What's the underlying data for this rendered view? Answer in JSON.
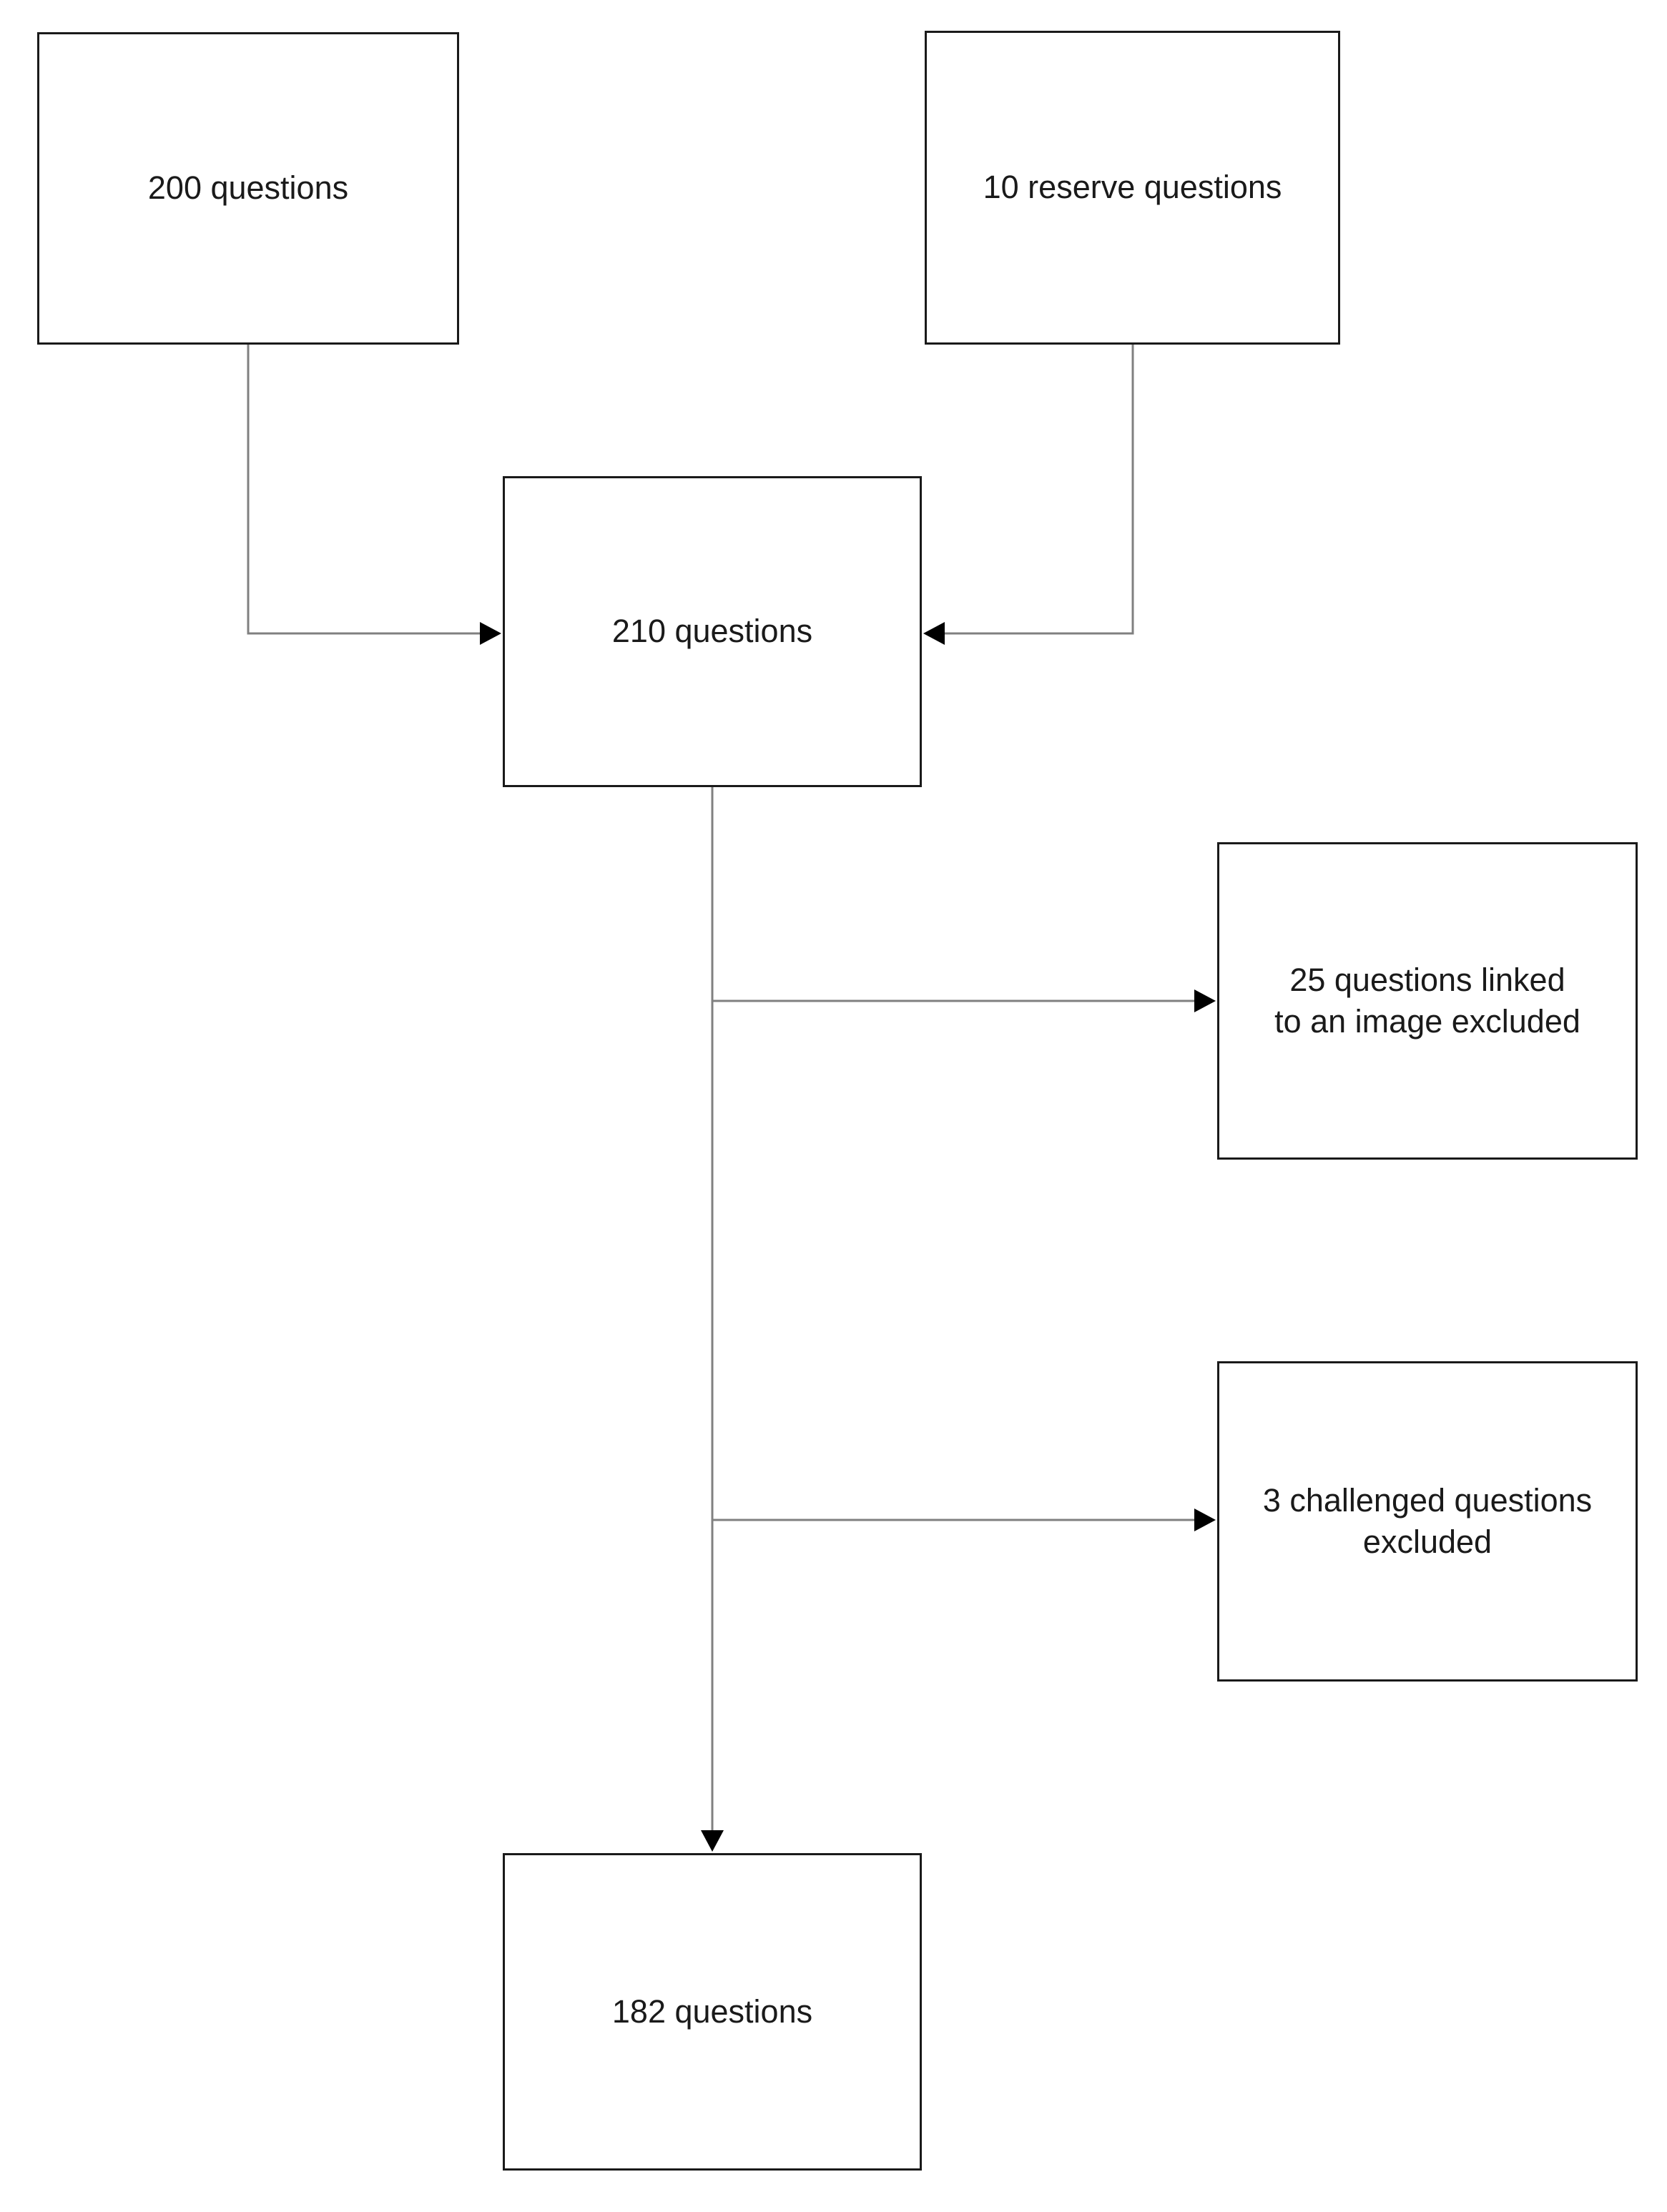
{
  "figure": {
    "type": "flowchart",
    "background_color": "#ffffff",
    "box_border_color": "#1a1a1a",
    "connector_color": "#808080",
    "arrowhead_color": "#000000",
    "text_color": "#1a1a1a"
  },
  "nodes": {
    "q200": {
      "label": "200 questions"
    },
    "q10": {
      "label": "10 reserve questions"
    },
    "q210": {
      "label": "210 questions"
    },
    "excl25": {
      "lines": [
        "25 questions linked",
        "to an image excluded"
      ]
    },
    "excl3": {
      "lines": [
        "3 challenged questions",
        "excluded"
      ]
    },
    "q182": {
      "label": "182 questions"
    }
  },
  "edges": [
    {
      "from": "200 questions",
      "to": "210 questions"
    },
    {
      "from": "10 reserve questions",
      "to": "210 questions"
    },
    {
      "from": "210 questions",
      "to": "25 questions linked to an image excluded"
    },
    {
      "from": "210 questions",
      "to": "3 challenged questions excluded"
    },
    {
      "from": "210 questions",
      "to": "182 questions"
    }
  ]
}
